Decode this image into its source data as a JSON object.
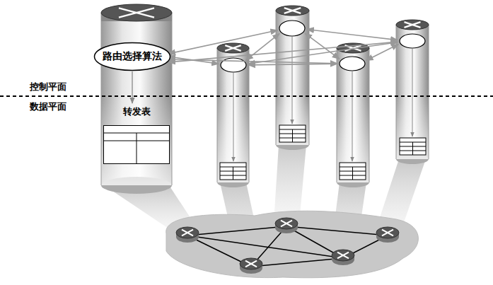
{
  "diagram": {
    "nodes": [
      {
        "text": [
          "路由选择算法"
        ]
      },
      {
        "text": [
          "转发表"
        ]
      }
    ],
    "edges": [
      {
        "from": 0,
        "to": 1,
        "arrow": "to"
      }
    ],
    "labels": [
      "控制平面",
      "数据平面"
    ]
  }
}
